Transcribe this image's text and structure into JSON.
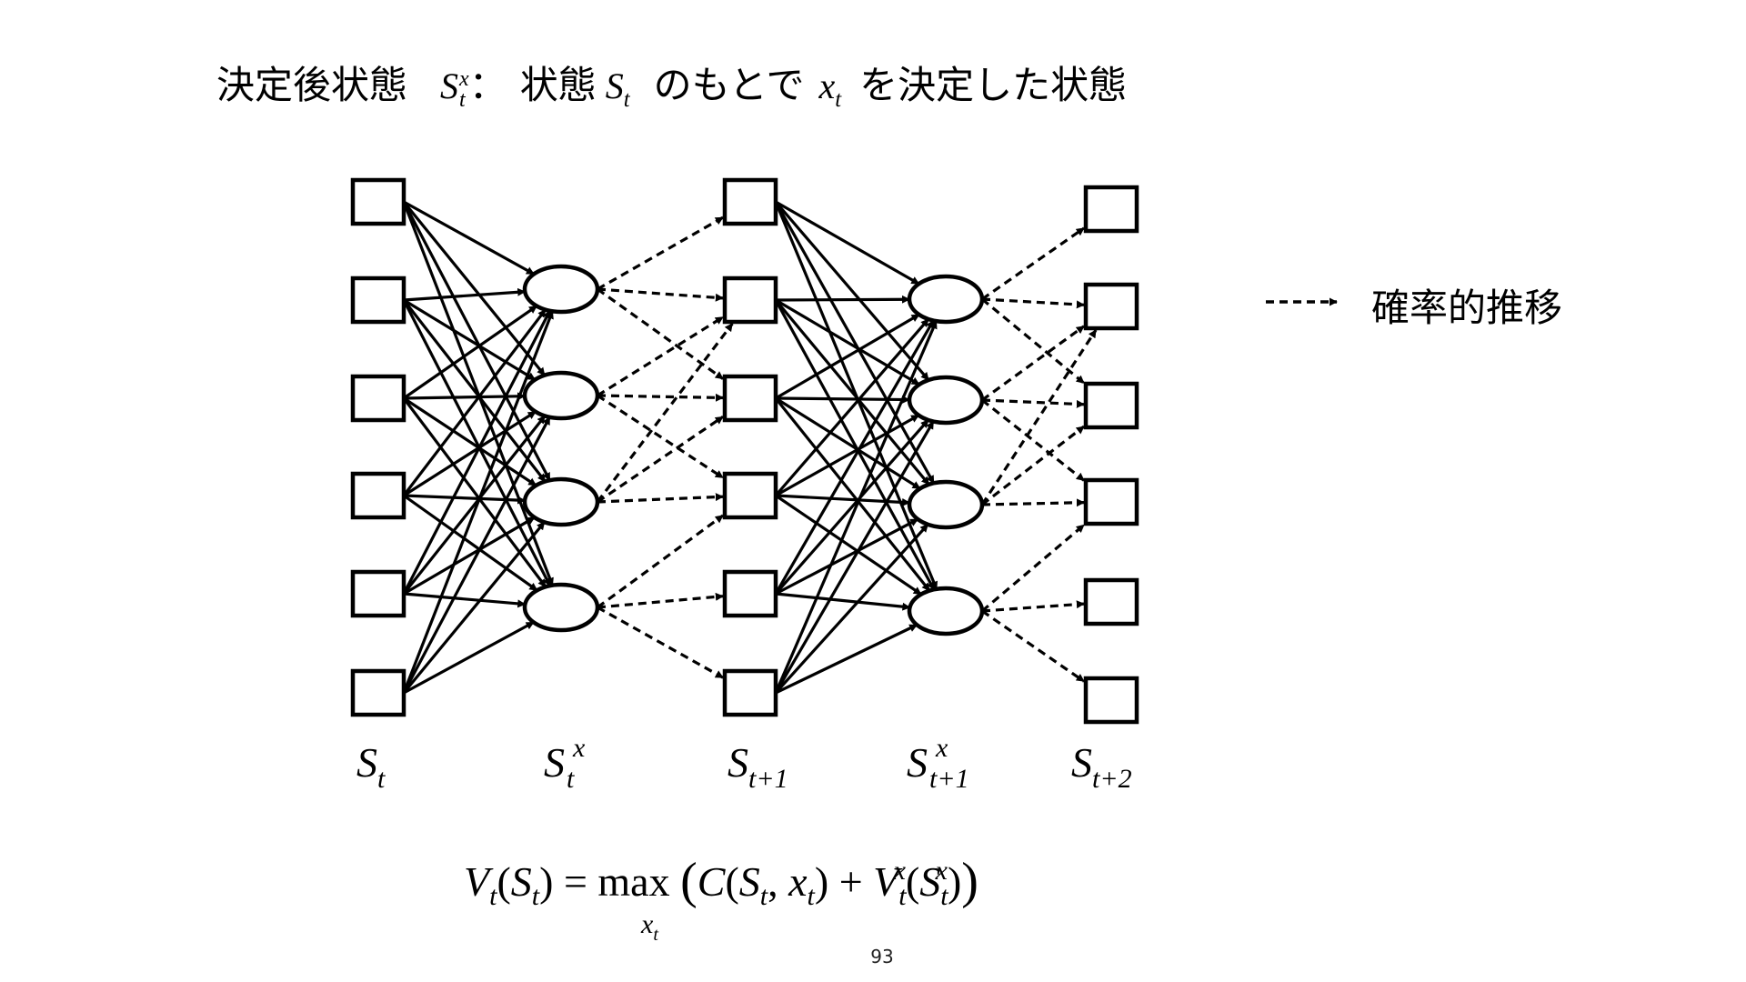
{
  "title": {
    "part1": "決定後状態",
    "var1": "S",
    "var1_sup": "x",
    "var1_sub": "t",
    "colon": "：",
    "part2": "状態",
    "var2": "S",
    "var2_sub": "t",
    "part3": "のもとで",
    "var3": "x",
    "var3_sub": "t",
    "part4": "を決定した状態"
  },
  "columns": [
    {
      "base": "S",
      "sub": "t",
      "sup": ""
    },
    {
      "base": "S",
      "sub": "t",
      "sup": "x"
    },
    {
      "base": "S",
      "sub": "t+1",
      "sup": ""
    },
    {
      "base": "S",
      "sub": "t+1",
      "sup": "x"
    },
    {
      "base": "S",
      "sub": "t+2",
      "sup": ""
    }
  ],
  "legend": {
    "label": "確率的推移"
  },
  "equation": {
    "lhs_V": "V",
    "lhs_V_sub": "t",
    "lhs_S": "S",
    "lhs_S_sub": "t",
    "equals": "=",
    "max": "max",
    "max_sub": "x",
    "max_sub_sub": "t",
    "C": "C",
    "C_S": "S",
    "C_S_sub": "t",
    "C_x": "x",
    "C_x_sub": "t",
    "plus": "+",
    "rhs_V": "V",
    "rhs_V_sup": "x",
    "rhs_V_sub": "t",
    "rhs_S": "S",
    "rhs_S_sup": "x",
    "rhs_S_sub": "t"
  },
  "page_number": "93",
  "colors": {
    "stroke": "#000000",
    "background": "#ffffff"
  }
}
